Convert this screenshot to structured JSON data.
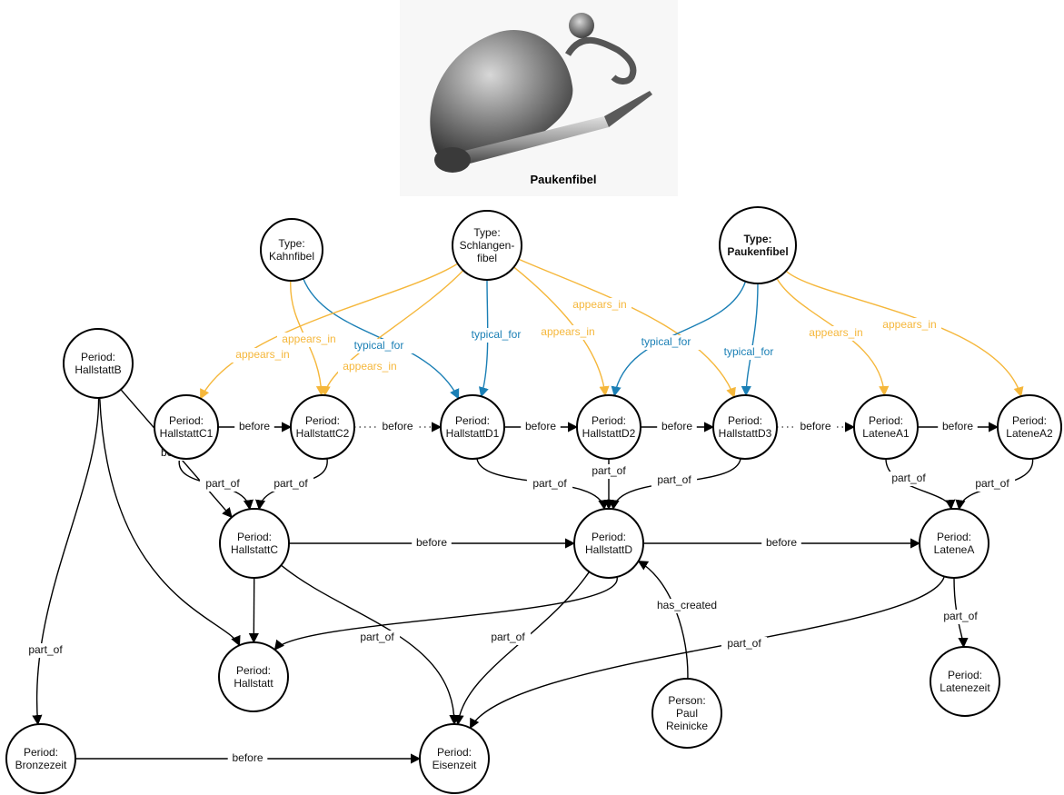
{
  "image": {
    "caption": "Paukenfibel",
    "subject": "bronze-fibula-photo"
  },
  "colors": {
    "node_stroke": "#000000",
    "typical_for": "#1a7fb5",
    "appears_in": "#f5b73b",
    "other_relations": "#000000"
  },
  "nodes": [
    {
      "id": "kahnfibel",
      "lines": [
        "Type:",
        "Kahnfibel"
      ]
    },
    {
      "id": "schlangenfibel",
      "lines": [
        "Type:",
        "Schlangen-",
        "fibel"
      ]
    },
    {
      "id": "paukenfibel",
      "lines": [
        "Type:",
        "Paukenfibel"
      ],
      "bold": true
    },
    {
      "id": "hallstattC1",
      "lines": [
        "Period:",
        "HallstattC1"
      ]
    },
    {
      "id": "hallstattC2",
      "lines": [
        "Period:",
        "HallstattC2"
      ]
    },
    {
      "id": "hallstattD1",
      "lines": [
        "Period:",
        "HallstattD1"
      ]
    },
    {
      "id": "hallstattD2",
      "lines": [
        "Period:",
        "HallstattD2"
      ]
    },
    {
      "id": "hallstattD3",
      "lines": [
        "Period:",
        "HallstattD3"
      ]
    },
    {
      "id": "lateneA1",
      "lines": [
        "Period:",
        "LateneA1"
      ]
    },
    {
      "id": "lateneA2",
      "lines": [
        "Period:",
        "LateneA2"
      ]
    },
    {
      "id": "hallstattB",
      "lines": [
        "Period:",
        "HallstattB"
      ]
    },
    {
      "id": "hallstattC",
      "lines": [
        "Period:",
        "HallstattC"
      ]
    },
    {
      "id": "hallstattD",
      "lines": [
        "Period:",
        "HallstattD"
      ]
    },
    {
      "id": "lateneA",
      "lines": [
        "Period:",
        "LateneA"
      ]
    },
    {
      "id": "hallstatt",
      "lines": [
        "Period:",
        "Hallstatt"
      ]
    },
    {
      "id": "latenezeit",
      "lines": [
        "Period:",
        "Latenezeit"
      ]
    },
    {
      "id": "bronzezeit",
      "lines": [
        "Period:",
        "Bronzezeit"
      ]
    },
    {
      "id": "eisenzeit",
      "lines": [
        "Period:",
        "Eisenzeit"
      ]
    },
    {
      "id": "reinicke",
      "lines": [
        "Person:",
        "Paul",
        "Reinicke"
      ]
    }
  ],
  "edges": [
    {
      "from": "kahnfibel",
      "to": "hallstattC2",
      "label": "appears_in",
      "kind": "appears_in"
    },
    {
      "from": "kahnfibel",
      "to": "hallstattD1",
      "label": "typical_for",
      "kind": "typical_for"
    },
    {
      "from": "schlangenfibel",
      "to": "hallstattC1",
      "label": "appears_in",
      "kind": "appears_in"
    },
    {
      "from": "schlangenfibel",
      "to": "hallstattC2",
      "label": "appears_in",
      "kind": "appears_in"
    },
    {
      "from": "schlangenfibel",
      "to": "hallstattD1",
      "label": "typical_for",
      "kind": "typical_for"
    },
    {
      "from": "schlangenfibel",
      "to": "hallstattD2",
      "label": "appears_in",
      "kind": "appears_in"
    },
    {
      "from": "schlangenfibel",
      "to": "hallstattD3",
      "label": "appears_in",
      "kind": "appears_in"
    },
    {
      "from": "paukenfibel",
      "to": "hallstattD2",
      "label": "typical_for",
      "kind": "typical_for"
    },
    {
      "from": "paukenfibel",
      "to": "hallstattD3",
      "label": "typical_for",
      "kind": "typical_for"
    },
    {
      "from": "paukenfibel",
      "to": "lateneA1",
      "label": "appears_in",
      "kind": "appears_in"
    },
    {
      "from": "paukenfibel",
      "to": "lateneA2",
      "label": "appears_in",
      "kind": "appears_in"
    },
    {
      "from": "hallstattC1",
      "to": "hallstattC2",
      "label": "before",
      "kind": "before"
    },
    {
      "from": "hallstattC2",
      "to": "hallstattD1",
      "label": "before",
      "kind": "before_dotted"
    },
    {
      "from": "hallstattD1",
      "to": "hallstattD2",
      "label": "before",
      "kind": "before"
    },
    {
      "from": "hallstattD2",
      "to": "hallstattD3",
      "label": "before",
      "kind": "before"
    },
    {
      "from": "hallstattD3",
      "to": "lateneA1",
      "label": "before",
      "kind": "before_dotted"
    },
    {
      "from": "lateneA1",
      "to": "lateneA2",
      "label": "before",
      "kind": "before"
    },
    {
      "from": "hallstattC1",
      "to": "hallstattC",
      "label": "part_of",
      "kind": "part_of"
    },
    {
      "from": "hallstattC2",
      "to": "hallstattC",
      "label": "part_of",
      "kind": "part_of"
    },
    {
      "from": "hallstattD1",
      "to": "hallstattD",
      "label": "part_of",
      "kind": "part_of"
    },
    {
      "from": "hallstattD2",
      "to": "hallstattD",
      "label": "part_of",
      "kind": "part_of"
    },
    {
      "from": "hallstattD3",
      "to": "hallstattD",
      "label": "part_of",
      "kind": "part_of"
    },
    {
      "from": "lateneA1",
      "to": "lateneA",
      "label": "part_of",
      "kind": "part_of"
    },
    {
      "from": "lateneA2",
      "to": "lateneA",
      "label": "part_of",
      "kind": "part_of"
    },
    {
      "from": "hallstattB",
      "to": "hallstattC",
      "label": "before",
      "kind": "before"
    },
    {
      "from": "hallstattC",
      "to": "hallstattD",
      "label": "before",
      "kind": "before"
    },
    {
      "from": "hallstattD",
      "to": "lateneA",
      "label": "before",
      "kind": "before"
    },
    {
      "from": "hallstattB",
      "to": "hallstatt",
      "label": "",
      "kind": "part_of"
    },
    {
      "from": "hallstattC",
      "to": "hallstatt",
      "label": "",
      "kind": "part_of"
    },
    {
      "from": "hallstattD",
      "to": "hallstatt",
      "label": "",
      "kind": "part_of"
    },
    {
      "from": "hallstattB",
      "to": "bronzezeit",
      "label": "part_of",
      "kind": "part_of"
    },
    {
      "from": "hallstattC",
      "to": "eisenzeit",
      "label": "part_of",
      "kind": "part_of"
    },
    {
      "from": "hallstattD",
      "to": "eisenzeit",
      "label": "part_of",
      "kind": "part_of"
    },
    {
      "from": "lateneA",
      "to": "eisenzeit",
      "label": "part_of",
      "kind": "part_of"
    },
    {
      "from": "lateneA",
      "to": "latenezeit",
      "label": "part_of",
      "kind": "part_of"
    },
    {
      "from": "reinicke",
      "to": "hallstattD",
      "label": "has_created",
      "kind": "has_created"
    },
    {
      "from": "bronzezeit",
      "to": "eisenzeit",
      "label": "before",
      "kind": "before"
    }
  ]
}
